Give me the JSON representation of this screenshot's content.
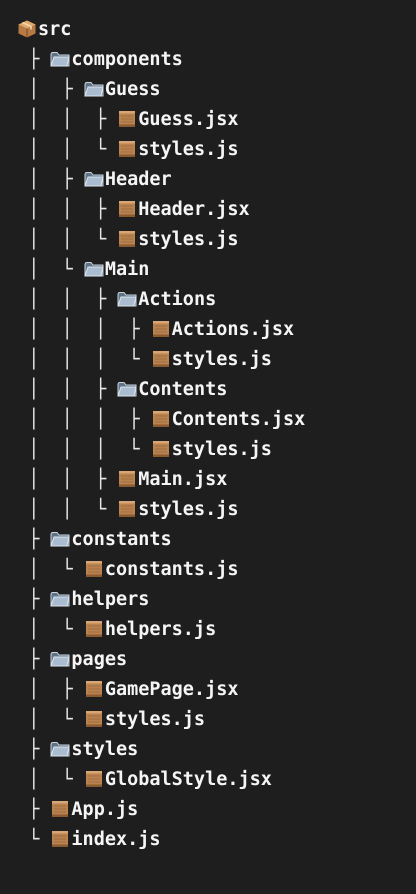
{
  "colors": {
    "background": "#1e1e1e",
    "text": "#f2f2f2",
    "folder_icon": "#9aaec4",
    "file_icon": "#b9824f",
    "package_icon": "#c8915a"
  },
  "tree": [
    {
      "prefix": "",
      "icon": "package-icon",
      "name": "src"
    },
    {
      "prefix": " ├ ",
      "icon": "folder-icon",
      "name": "components"
    },
    {
      "prefix": " │  ├ ",
      "icon": "folder-icon",
      "name": "Guess"
    },
    {
      "prefix": " │  │  ├ ",
      "icon": "file-icon",
      "name": "Guess.jsx"
    },
    {
      "prefix": " │  │  └ ",
      "icon": "file-icon",
      "name": "styles.js"
    },
    {
      "prefix": " │  ├ ",
      "icon": "folder-icon",
      "name": "Header"
    },
    {
      "prefix": " │  │  ├ ",
      "icon": "file-icon",
      "name": "Header.jsx"
    },
    {
      "prefix": " │  │  └ ",
      "icon": "file-icon",
      "name": "styles.js"
    },
    {
      "prefix": " │  └ ",
      "icon": "folder-icon",
      "name": "Main"
    },
    {
      "prefix": " │  │  ├ ",
      "icon": "folder-icon",
      "name": "Actions"
    },
    {
      "prefix": " │  │  │  ├ ",
      "icon": "file-icon",
      "name": "Actions.jsx"
    },
    {
      "prefix": " │  │  │  └ ",
      "icon": "file-icon",
      "name": "styles.js"
    },
    {
      "prefix": " │  │  ├ ",
      "icon": "folder-icon",
      "name": "Contents"
    },
    {
      "prefix": " │  │  │  ├ ",
      "icon": "file-icon",
      "name": "Contents.jsx"
    },
    {
      "prefix": " │  │  │  └ ",
      "icon": "file-icon",
      "name": "styles.js"
    },
    {
      "prefix": " │  │  ├ ",
      "icon": "file-icon",
      "name": "Main.jsx"
    },
    {
      "prefix": " │  │  └ ",
      "icon": "file-icon",
      "name": "styles.js"
    },
    {
      "prefix": " ├ ",
      "icon": "folder-icon",
      "name": "constants"
    },
    {
      "prefix": " │  └ ",
      "icon": "file-icon",
      "name": "constants.js"
    },
    {
      "prefix": " ├ ",
      "icon": "folder-icon",
      "name": "helpers"
    },
    {
      "prefix": " │  └ ",
      "icon": "file-icon",
      "name": "helpers.js"
    },
    {
      "prefix": " ├ ",
      "icon": "folder-icon",
      "name": "pages"
    },
    {
      "prefix": " │  ├ ",
      "icon": "file-icon",
      "name": "GamePage.jsx"
    },
    {
      "prefix": " │  └ ",
      "icon": "file-icon",
      "name": "styles.js"
    },
    {
      "prefix": " ├ ",
      "icon": "folder-icon",
      "name": "styles"
    },
    {
      "prefix": " │  └ ",
      "icon": "file-icon",
      "name": "GlobalStyle.jsx"
    },
    {
      "prefix": " ├ ",
      "icon": "file-icon",
      "name": "App.js"
    },
    {
      "prefix": " └ ",
      "icon": "file-icon",
      "name": "index.js"
    }
  ]
}
